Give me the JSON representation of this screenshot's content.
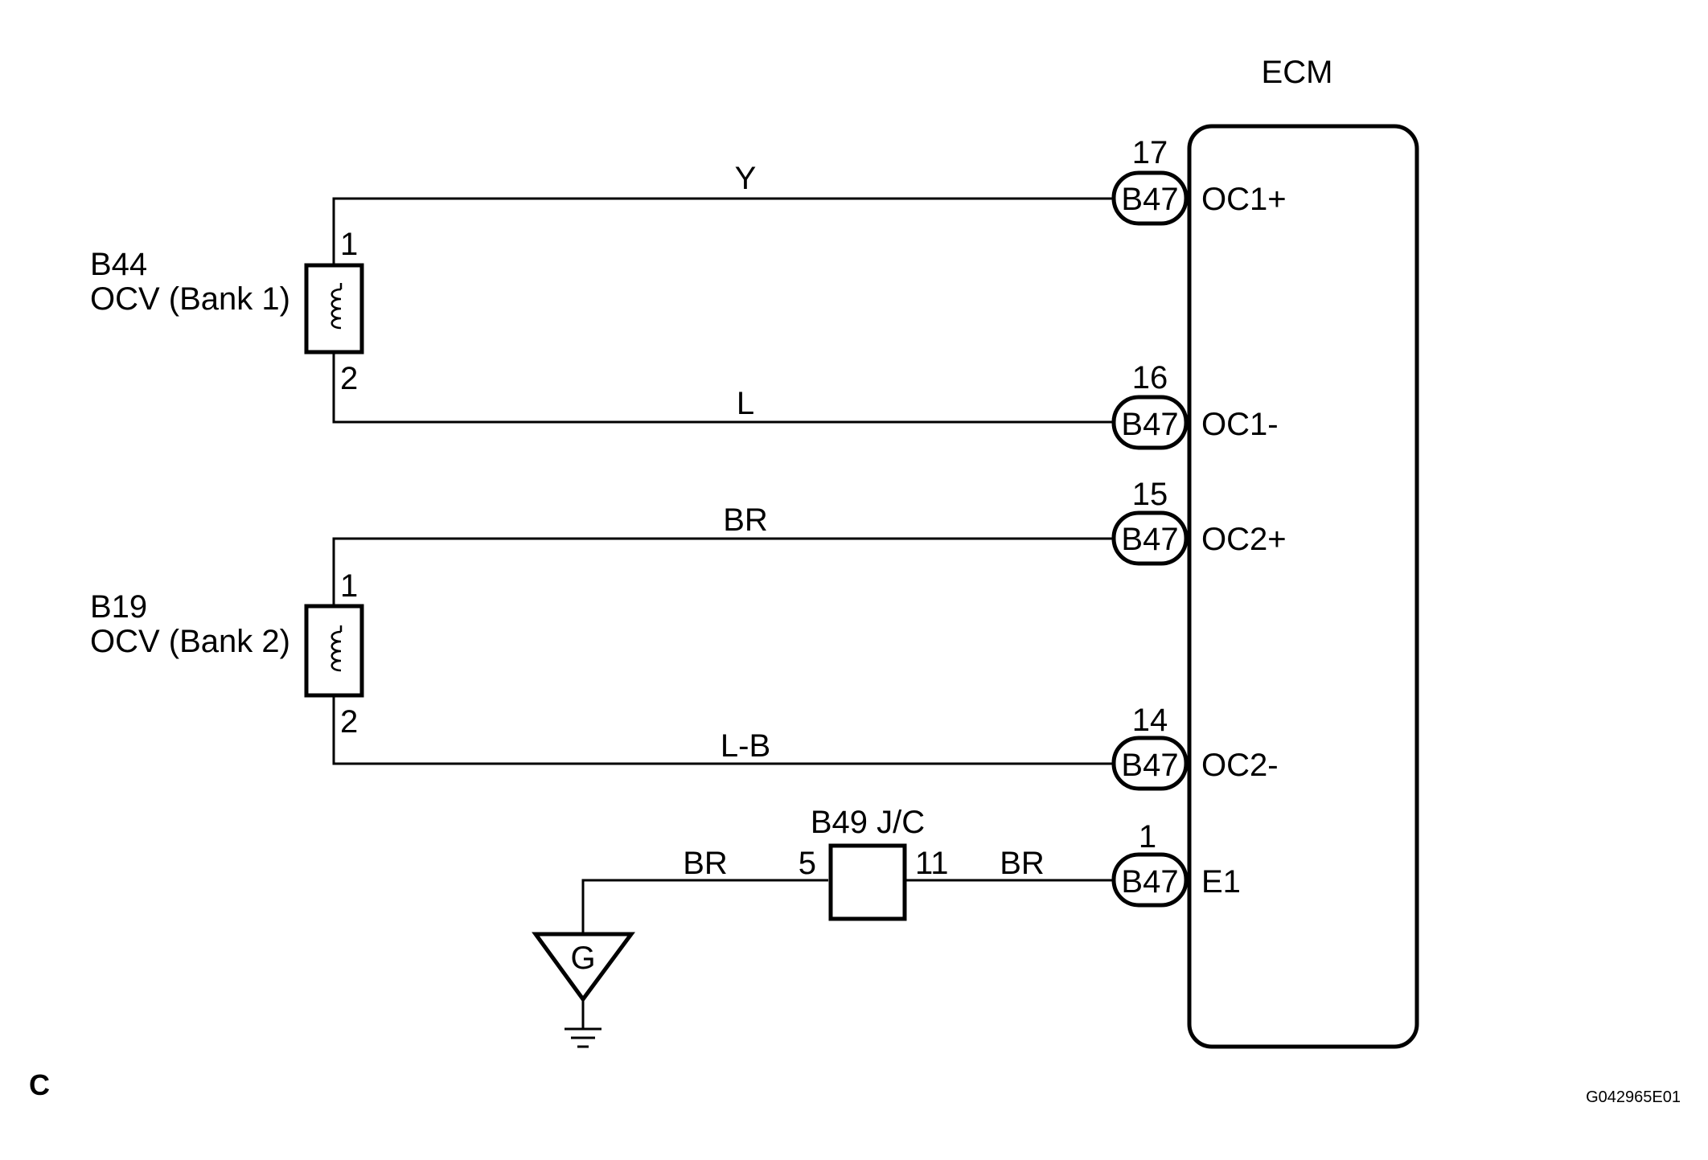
{
  "ecm": {
    "title": "ECM",
    "pins": [
      {
        "number": "17",
        "connector": "B47",
        "terminal": "OC1+"
      },
      {
        "number": "16",
        "connector": "B47",
        "terminal": "OC1-"
      },
      {
        "number": "15",
        "connector": "B47",
        "terminal": "OC2+"
      },
      {
        "number": "14",
        "connector": "B47",
        "terminal": "OC2-"
      },
      {
        "number": "1",
        "connector": "B47",
        "terminal": "E1"
      }
    ]
  },
  "components": {
    "ocv1": {
      "code": "B44",
      "name": "OCV (Bank 1)",
      "pin_top": "1",
      "pin_bottom": "2"
    },
    "ocv2": {
      "code": "B19",
      "name": "OCV (Bank 2)",
      "pin_top": "1",
      "pin_bottom": "2"
    },
    "jc": {
      "label": "B49 J/C",
      "pin_left": "5",
      "pin_right": "11"
    },
    "ground": {
      "label": "G"
    }
  },
  "wires": {
    "ocv1_pos": "Y",
    "ocv1_neg": "L",
    "ocv2_pos": "BR",
    "ocv2_neg": "L-B",
    "ground_left": "BR",
    "ground_right": "BR"
  },
  "corner_letter": "C",
  "figure_code": "G042965E01"
}
